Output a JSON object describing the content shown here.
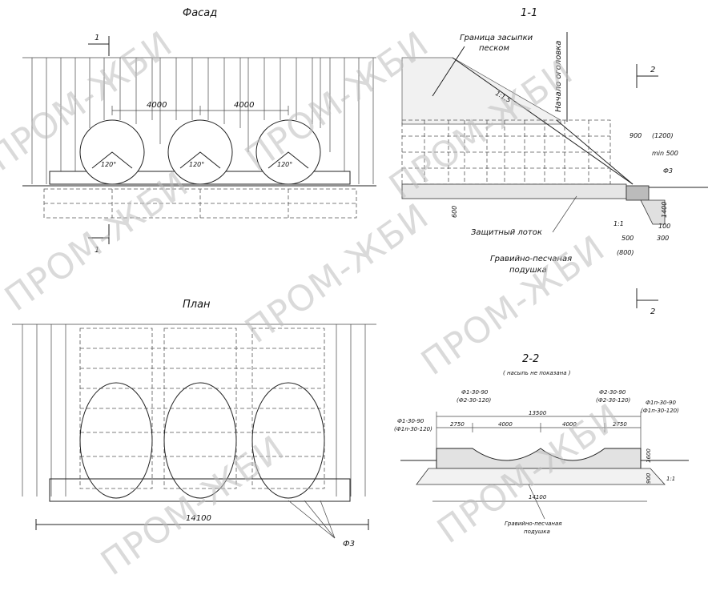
{
  "views": {
    "facade": {
      "title": "Фасад",
      "section_mark": "1",
      "dims": [
        "4000",
        "4000"
      ],
      "angles": [
        "120°",
        "120°",
        "120°"
      ]
    },
    "section_1_1": {
      "title": "1-1",
      "labels": {
        "backfill_line1": "Граница засыпки",
        "backfill_line2": "песком",
        "slope": "1:1,5",
        "head_start": "Начало оголовка",
        "dim_900": "900",
        "dim_1200": "(1200)",
        "min500": "min 500",
        "f3": "Ф3",
        "dim_1400": "1400",
        "dim_100": "100",
        "slope2": "1:1",
        "dim_500": "500",
        "dim_300": "300",
        "dim_800": "(800)",
        "dim_600": "600",
        "tray": "Защитный лоток",
        "gravel1": "Гравийно-песчаная",
        "gravel2": "подушка"
      },
      "section_mark": "2"
    },
    "plan": {
      "title": "План",
      "total_width": "14100",
      "f3": "Ф3"
    },
    "section_2_2": {
      "title": "2-2",
      "subtitle": "( насыпь не показана )",
      "labels": {
        "f1_left_a": "Ф1-30-90",
        "f1_left_b": "(Ф1п-30-120)",
        "f1_a": "Ф1-30-90",
        "f1_b": "(Ф2-30-120)",
        "f2_a": "Ф2-30-90",
        "f2_b": "(Ф2-30-120)",
        "f1_right_a": "Ф1п-30-90",
        "f1_right_b": "(Ф1п-30-120)",
        "dim_total_top": "13500",
        "dim_2750_l": "2750",
        "dim_4000_a": "4000",
        "dim_4000_b": "4000",
        "dim_2750_r": "2750",
        "dim_1600": "1600",
        "dim_900": "900",
        "slope": "1:1",
        "dim_total_bottom": "14100",
        "gravel1": "Гравийно-песчаная",
        "gravel2": "подушка"
      }
    }
  },
  "watermark": "ПРОМ-ЖБИ"
}
